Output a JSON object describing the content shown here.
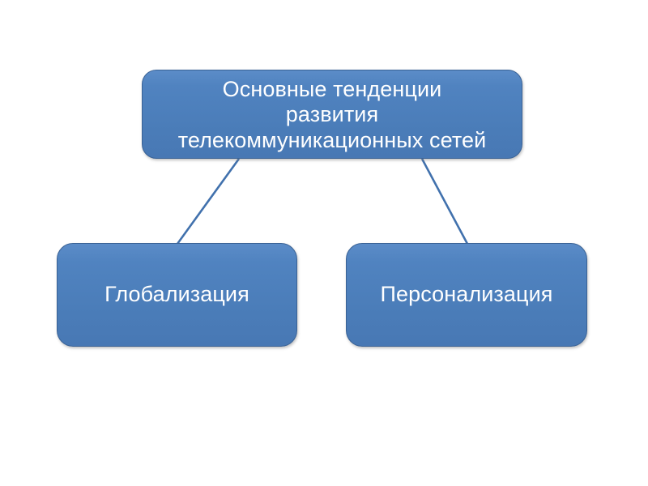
{
  "diagram": {
    "type": "hierarchy-tree",
    "background_color": "#FFFFFF",
    "node_fill_color": "#4E81BD",
    "node_border_color": "#385D8A",
    "node_text_color": "#FFFFFF",
    "connector_color": "#4E81BD",
    "root": {
      "id": "root",
      "label": "Основные тенденции\nразвития\nтелекоммуникационных сетей",
      "lines": [
        "Основные тенденции",
        "развития",
        "телекоммуникационных сетей"
      ]
    },
    "children": [
      {
        "id": "globalization",
        "label": "Глобализация"
      },
      {
        "id": "personalization",
        "label": "Персонализация"
      }
    ],
    "connectors": [
      {
        "id": "root-to-globalization",
        "from": "root",
        "to": "globalization"
      },
      {
        "id": "root-to-personalization",
        "from": "root",
        "to": "personalization"
      }
    ]
  }
}
